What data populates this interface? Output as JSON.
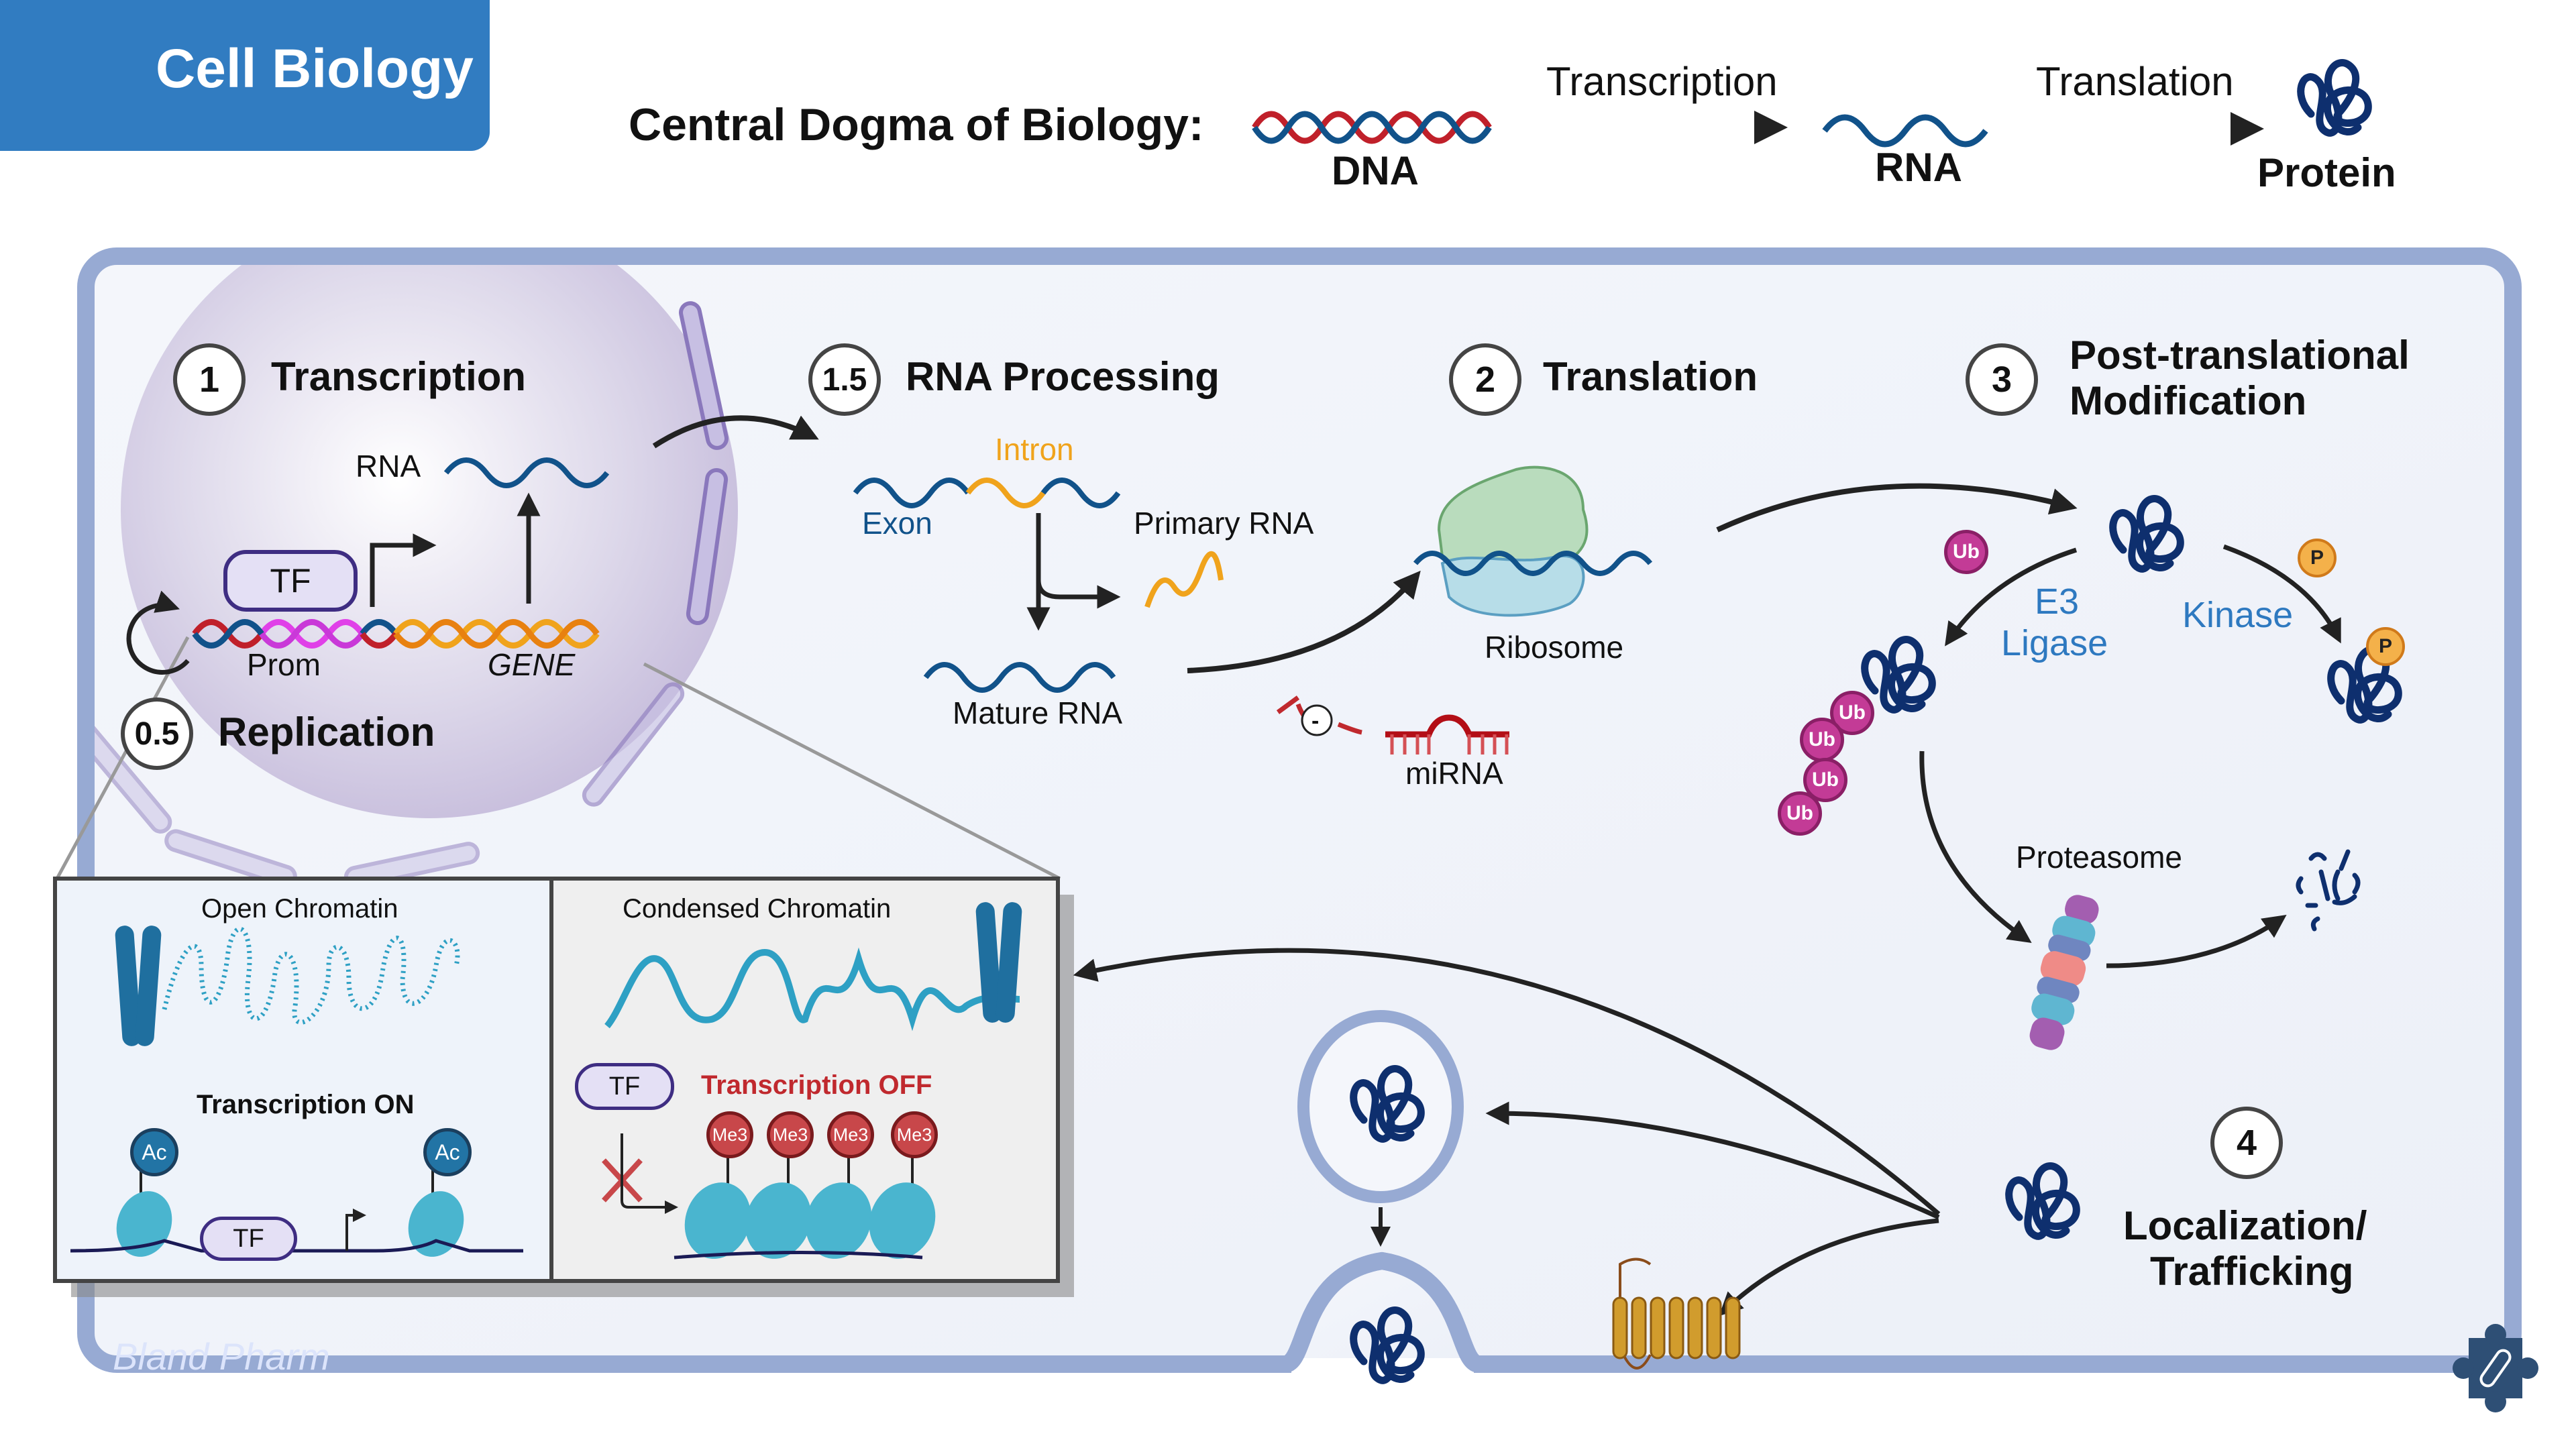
{
  "badge": {
    "title": "Cell Biology",
    "icon": "cell-icon",
    "color": "#317cc1"
  },
  "central_dogma": {
    "title": "Central Dogma of Biology:",
    "nodes": [
      {
        "label": "DNA",
        "icon": "dna-double-helix-icon"
      },
      {
        "label": "RNA",
        "icon": "rna-strand-icon"
      },
      {
        "label": "Protein",
        "icon": "folded-protein-icon"
      }
    ],
    "arrows": [
      {
        "label": "Transcription"
      },
      {
        "label": "Translation"
      }
    ]
  },
  "steps": [
    {
      "number": "0.5",
      "title": "Replication"
    },
    {
      "number": "1",
      "title": "Transcription"
    },
    {
      "number": "1.5",
      "title": "RNA Processing"
    },
    {
      "number": "2",
      "title": "Translation"
    },
    {
      "number": "3",
      "title": "Post-translational Modification",
      "title_lines": [
        "Post-translational",
        "Modification"
      ]
    },
    {
      "number": "4",
      "title": "Localization/ Trafficking",
      "title_lines": [
        "Localization/",
        "Trafficking"
      ]
    }
  ],
  "transcription": {
    "rna_label": "RNA",
    "tf_label": "TF",
    "promoter_label": "Prom",
    "gene_label": "GENE"
  },
  "rna_processing": {
    "intron_label": "Intron",
    "exon_label": "Exon",
    "primary_label": "Primary RNA",
    "mature_label": "Mature RNA",
    "inhibition_symbol": "-",
    "mirna_label": "miRNA"
  },
  "translation": {
    "ribosome_label": "Ribosome"
  },
  "ptm": {
    "ub_label": "Ub",
    "p_label": "P",
    "e3_label_lines": [
      "E3",
      "Ligase"
    ],
    "kinase_label": "Kinase",
    "proteasome_label": "Proteasome",
    "ub_chain_count": 4
  },
  "chromatin": {
    "open": {
      "title": "Open Chromatin",
      "status": "Transcription ON",
      "mark_label": "Ac",
      "tf_label": "TF"
    },
    "condensed": {
      "title": "Condensed Chromatin",
      "status": "Transcription OFF",
      "status_color": "#c0292e",
      "mark_label": "Me3",
      "mark_count": 4,
      "tf_label": "TF"
    }
  },
  "watermark": "Bland Pharm",
  "colors": {
    "membrane": "#97aad3",
    "cell_bg": "#eef2f9",
    "nucleus": "#c9c0de",
    "protein": "#0e2f6e",
    "rna": "#11528a",
    "dna_red": "#c0202a",
    "intron": "#f0a31c",
    "label_blue": "#2e79c0"
  },
  "corner_logo": "puzzle-pill-icon"
}
